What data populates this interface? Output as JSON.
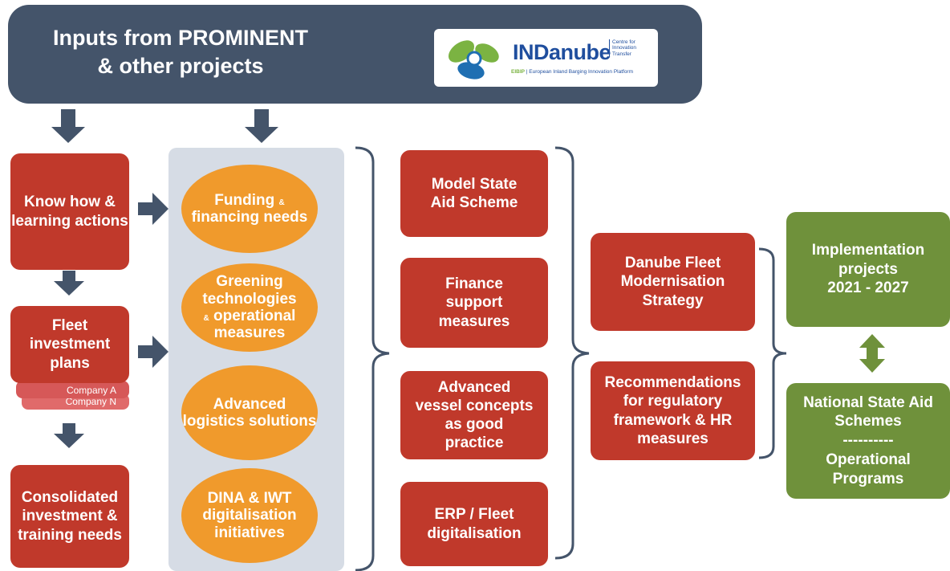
{
  "banner": {
    "title_line1": "Inputs from PROMINENT",
    "title_line2": "& other projects"
  },
  "logo": {
    "name": "INDanube",
    "centre": "Centre for Innovation Transfer",
    "sub_acronym": "EIBIP",
    "sub_text": "| European Inland Barging Innovation Platform"
  },
  "left_column": {
    "knowhow": "Know how & learning actions",
    "fleet_plans": "Fleet investment plans",
    "company_a": "Company A",
    "company_n": "Company N",
    "consolidated": "Consolidated investment & training needs"
  },
  "ovals": {
    "funding_a": "Funding",
    "funding_amp": "&",
    "funding_b": "financing needs",
    "greening_a": "Greening technologies",
    "greening_amp": "&",
    "greening_b": "operational measures",
    "logistics": "Advanced logistics solutions",
    "dina": "DINA & IWT digitalisation initiatives"
  },
  "measures": {
    "model_state_aid": "Model State Aid Scheme",
    "finance_support": "Finance support measures",
    "advanced_vessel": "Advanced vessel concepts as good practice",
    "erp": "ERP / Fleet digitalisation"
  },
  "strategy": {
    "fleet_strategy": "Danube Fleet Modernisation Strategy",
    "recommendations": "Recommendations for regulatory framework & HR measures"
  },
  "outcomes": {
    "implementation_line1": "Implementation projects",
    "implementation_line2": "2021 - 2027",
    "national_line1": "National State Aid Schemes",
    "national_dashes": "----------",
    "national_line2": "Operational Programs"
  },
  "colors": {
    "banner": "#44546a",
    "red_box": "#c0392b",
    "orange_oval": "#f09a2c",
    "green_box": "#6f913b",
    "panel": "#d6dce5"
  }
}
